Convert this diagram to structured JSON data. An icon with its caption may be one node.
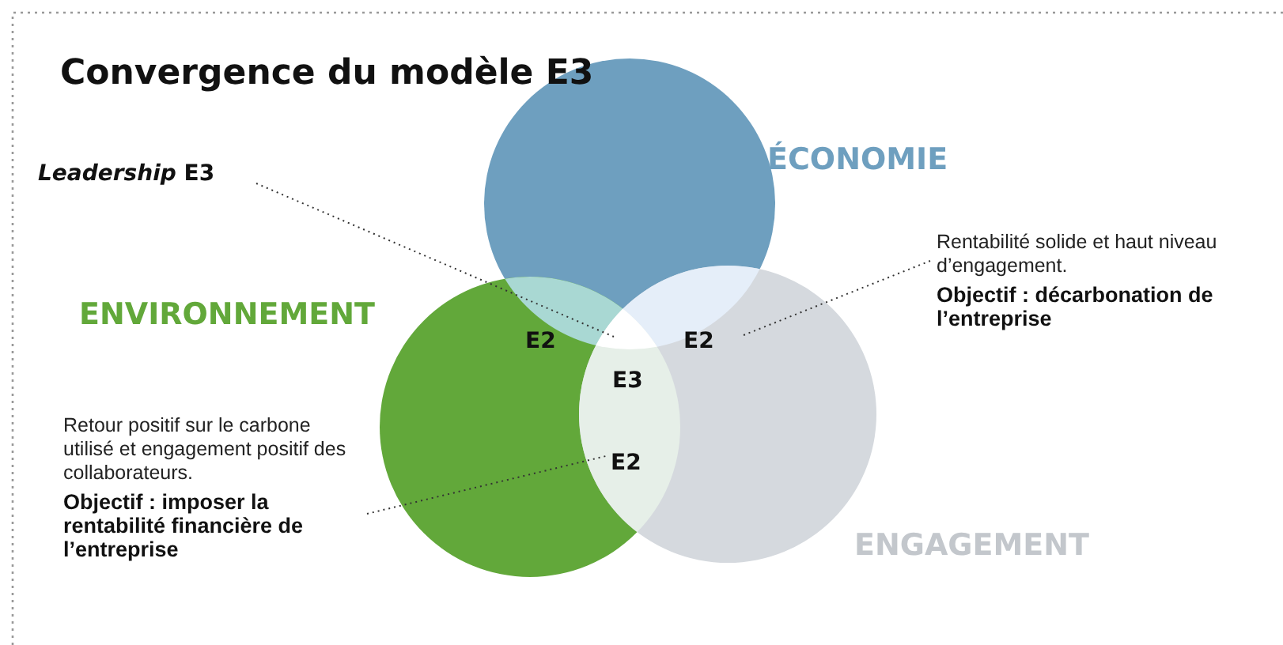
{
  "diagram": {
    "title": "Convergence du modèle E3",
    "nodes": [
      {
        "text": [
          "ÉCONOMIE"
        ]
      },
      {
        "text": [
          "ENVIRONNEMENT"
        ]
      },
      {
        "text": [
          "ENGAGEMENT"
        ]
      },
      {
        "text": [
          "E2"
        ]
      },
      {
        "text": [
          "E2"
        ]
      },
      {
        "text": [
          "E3"
        ]
      },
      {
        "text": [
          "E2"
        ]
      },
      {
        "text": [
          "*Leadership* E3"
        ]
      },
      {
        "text": [
          "Rentabilité solide et haut niveau d’engagement.",
          "Objectif : décarbonation de l’entreprise"
        ]
      },
      {
        "text": [
          "Retour positif sur le carbone utilisé et engagement positif des collaborateurs.",
          "Objectif : imposer la rentabilité financière de l’entreprise"
        ]
      }
    ],
    "edges": [
      {
        "from": 7,
        "to": 5,
        "arrow": "none",
        "style": "dashed"
      },
      {
        "from": 8,
        "to": 4,
        "arrow": "none",
        "style": "dashed"
      },
      {
        "from": 9,
        "to": 6,
        "arrow": "none",
        "style": "dashed"
      }
    ]
  }
}
